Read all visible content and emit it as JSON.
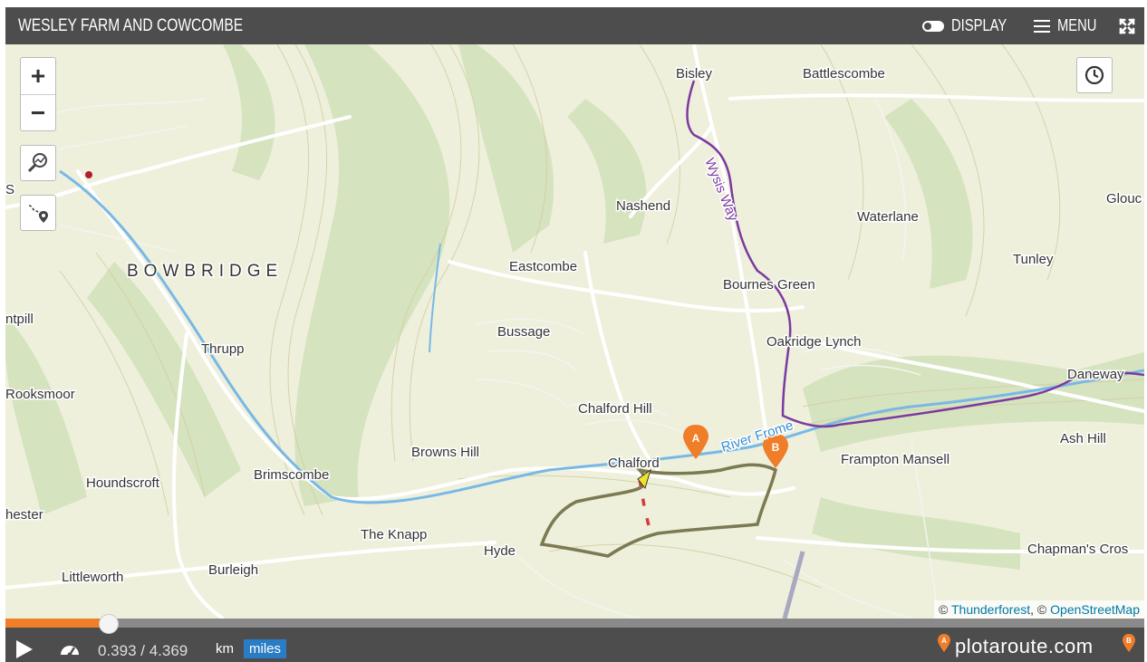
{
  "header": {
    "title": "WESLEY FARM AND COWCOMBE",
    "display_label": "DISPLAY",
    "menu_label": "MENU"
  },
  "map": {
    "place_labels": [
      "Bisley",
      "Battlescombe",
      "Nashend",
      "Waterlane",
      "Glouc",
      "Tunley",
      "Eastcombe",
      "Bournes Green",
      "BOWBRIDGE",
      "Bussage",
      "Oakridge Lynch",
      "Thrupp",
      "ntpill",
      "Rooksmoor",
      "Daneway",
      "Chalford Hill",
      "Browns Hill",
      "Chalford",
      "Frampton Mansell",
      "Ash Hill",
      "Houndscroft",
      "Brimscombe",
      "The Knapp",
      "Hyde",
      "Chapman's Cros",
      "hester",
      "Littleworth",
      "Burleigh",
      "S"
    ],
    "feature_labels": [
      "Wysis Way",
      "River Frome"
    ],
    "markers": {
      "start": "A",
      "end": "B"
    },
    "attribution": {
      "prefix": "©",
      "provider1": "Thunderforest",
      "sep": ", ©",
      "provider2": "OpenStreetMap"
    },
    "colors": {
      "route": "#7c7a52",
      "path": "#7b3aa0",
      "river": "#79b8e6",
      "marker": "#f07d28",
      "roads": "#ffffff",
      "contours": "#c9c79a"
    }
  },
  "controls": {
    "zoom_in": "+",
    "zoom_out": "−",
    "icons": [
      "zoom-in-icon",
      "zoom-out-icon",
      "route-search-icon",
      "route-pin-icon",
      "clock-icon",
      "fullscreen-icon",
      "play-icon",
      "speedometer-icon"
    ]
  },
  "player": {
    "distance": "0.393 / 4.369",
    "unit_km": "km",
    "unit_miles": "miles",
    "progress_fraction": 0.09
  },
  "brand": {
    "name": "plotaroute.com",
    "colors": {
      "accent": "#f07d28"
    }
  }
}
